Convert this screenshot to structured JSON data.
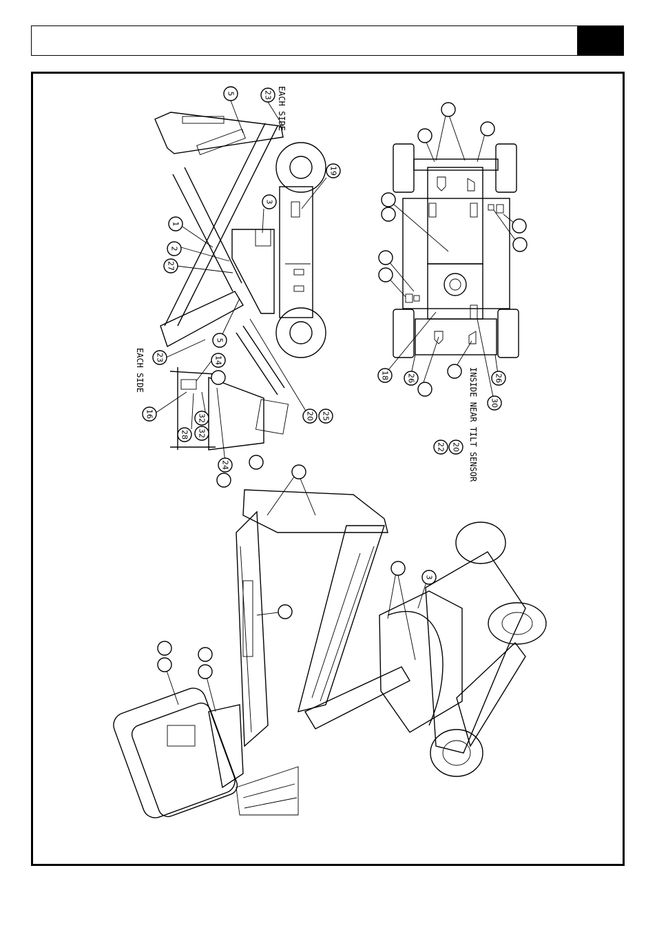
{
  "callouts": [
    {
      "id": "5-top",
      "label": "5"
    },
    {
      "id": "23-top",
      "label": "23"
    },
    {
      "id": "19",
      "label": "19"
    },
    {
      "id": "3-side",
      "label": "3"
    },
    {
      "id": "1",
      "label": "1"
    },
    {
      "id": "2",
      "label": "2"
    },
    {
      "id": "27",
      "label": "27"
    },
    {
      "id": "5-mid",
      "label": "5"
    },
    {
      "id": "23-bottom",
      "label": "23"
    },
    {
      "id": "14",
      "label": "14"
    },
    {
      "id": "16",
      "label": "16"
    },
    {
      "id": "28",
      "label": "28"
    },
    {
      "id": "32a",
      "label": "32"
    },
    {
      "id": "32b",
      "label": "32"
    },
    {
      "id": "24",
      "label": "24"
    },
    {
      "id": "20-side",
      "label": "20"
    },
    {
      "id": "25",
      "label": "25"
    },
    {
      "id": "18",
      "label": "18"
    },
    {
      "id": "26-left",
      "label": "26"
    },
    {
      "id": "26-right",
      "label": "26"
    },
    {
      "id": "30",
      "label": "30"
    },
    {
      "id": "22",
      "label": "22"
    },
    {
      "id": "20-top",
      "label": "20"
    },
    {
      "id": "3-iso",
      "label": "3"
    }
  ],
  "notes": {
    "each_side_top": "EACH SIDE",
    "each_side_bottom": "EACH SIDE",
    "inside_near_tilt": "INSIDE NEAR TILT SENSOR"
  }
}
